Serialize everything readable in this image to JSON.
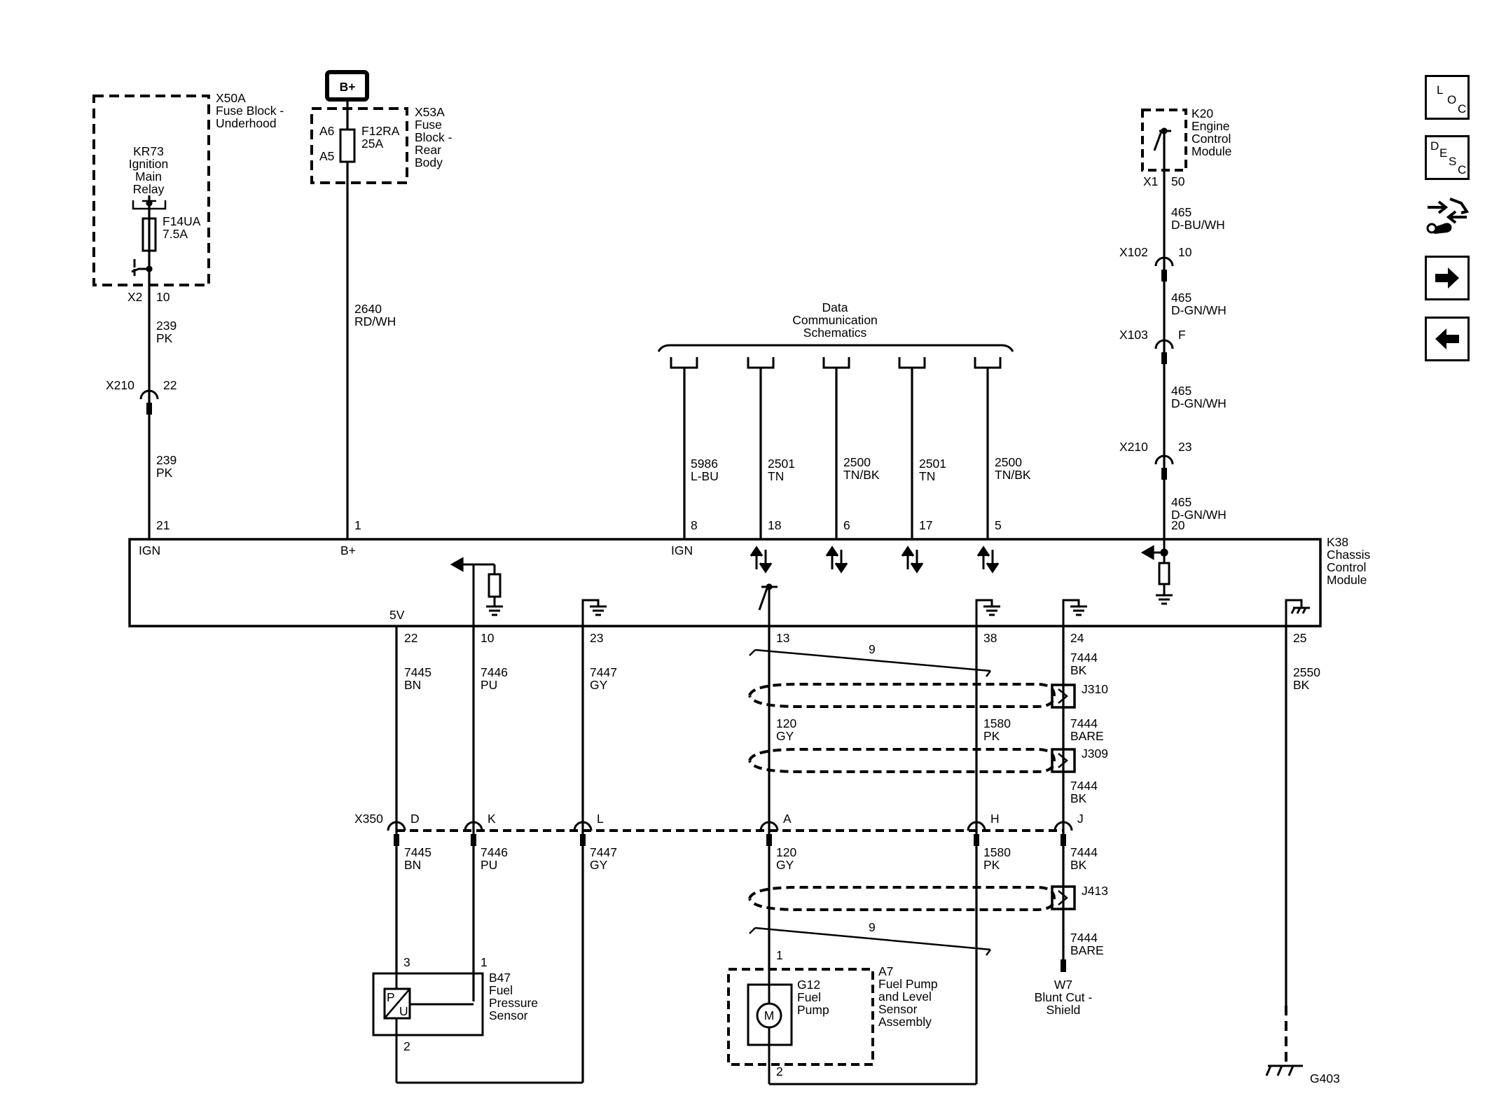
{
  "modules": {
    "x50a": {
      "id": "X50A",
      "l1": "Fuse Block -",
      "l2": "Underhood"
    },
    "kr73": {
      "l1": "KR73",
      "l2": "Ignition",
      "l3": "Main",
      "l4": "Relay"
    },
    "f14ua": {
      "id": "F14UA",
      "rating": "7.5A"
    },
    "bplus": "B+",
    "x53a": {
      "id": "X53A",
      "l1": "Fuse",
      "l2": "Block -",
      "l3": "Rear",
      "l4": "Body"
    },
    "f12ra": {
      "id": "F12RA",
      "rating": "25A",
      "pin_in": "A6",
      "pin_out": "A5"
    },
    "k20": {
      "id": "K20",
      "l1": "Engine",
      "l2": "Control",
      "l3": "Module"
    },
    "k38": {
      "id": "K38",
      "l1": "Chassis",
      "l2": "Control",
      "l3": "Module"
    },
    "data_comm": {
      "l1": "Data",
      "l2": "Communication",
      "l3": "Schematics"
    },
    "b47": {
      "id": "B47",
      "l1": "Fuel",
      "l2": "Pressure",
      "l3": "Sensor"
    },
    "a7": {
      "id": "A7",
      "l1": "Fuel Pump",
      "l2": "and Level",
      "l3": "Sensor",
      "l4": "Assembly"
    },
    "g12": {
      "id": "G12",
      "l1": "Fuel",
      "l2": "Pump",
      "motor": "M"
    },
    "w7": {
      "id": "W7",
      "l1": "Blunt Cut -",
      "l2": "Shield"
    },
    "g403": "G403"
  },
  "connectors": {
    "x2": {
      "id": "X2",
      "pin": "10"
    },
    "x210a": {
      "id": "X210",
      "pin": "22"
    },
    "x1": {
      "id": "X1",
      "pin": "50"
    },
    "x102": {
      "id": "X102",
      "pin": "10"
    },
    "x103": {
      "id": "X103",
      "pin": "F"
    },
    "x210b": {
      "id": "X210",
      "pin": "23"
    },
    "x350": {
      "id": "X350",
      "pins": [
        "D",
        "K",
        "L",
        "A",
        "H",
        "J"
      ]
    },
    "j310": "J310",
    "j309": "J309",
    "j413": "J413"
  },
  "wires": {
    "w239": {
      "circuit": "239",
      "color": "PK"
    },
    "w2640": {
      "circuit": "2640",
      "color": "RD/WH"
    },
    "w5986": {
      "circuit": "5986",
      "color": "L-BU"
    },
    "w2501": {
      "circuit": "2501",
      "color": "TN"
    },
    "w2500": {
      "circuit": "2500",
      "color": "TN/BK"
    },
    "w465a": {
      "circuit": "465",
      "color": "D-BU/WH"
    },
    "w465b": {
      "circuit": "465",
      "color": "D-GN/WH"
    },
    "w7445": {
      "circuit": "7445",
      "color": "BN"
    },
    "w7446": {
      "circuit": "7446",
      "color": "PU"
    },
    "w7447": {
      "circuit": "7447",
      "color": "GY"
    },
    "w120": {
      "circuit": "120",
      "color": "GY"
    },
    "w1580": {
      "circuit": "1580",
      "color": "PK"
    },
    "w7444": {
      "circuit": "7444",
      "color": "BK"
    },
    "w7444bare": {
      "circuit": "7444",
      "color": "BARE"
    },
    "w2550": {
      "circuit": "2550",
      "color": "BK"
    },
    "twist": "9"
  },
  "k38_pins": {
    "top": [
      "21",
      "1",
      "8",
      "18",
      "6",
      "17",
      "5",
      "20"
    ],
    "top_labels": {
      "ign": "IGN",
      "bplus": "B+",
      "ign2": "IGN"
    },
    "bottom": [
      "22",
      "10",
      "23",
      "13",
      "38",
      "24",
      "25"
    ],
    "bottom_label_5v": "5V"
  },
  "component_pins": {
    "b47": [
      "3",
      "1",
      "2"
    ],
    "b47_sym": {
      "p": "P",
      "u": "U"
    },
    "a7": [
      "1",
      "2"
    ]
  },
  "nav": {
    "loc": {
      "c1": "L",
      "c2": "O",
      "c3": "C"
    },
    "desc": {
      "c1": "D",
      "c2": "E",
      "c3": "S",
      "c4": "C"
    }
  }
}
